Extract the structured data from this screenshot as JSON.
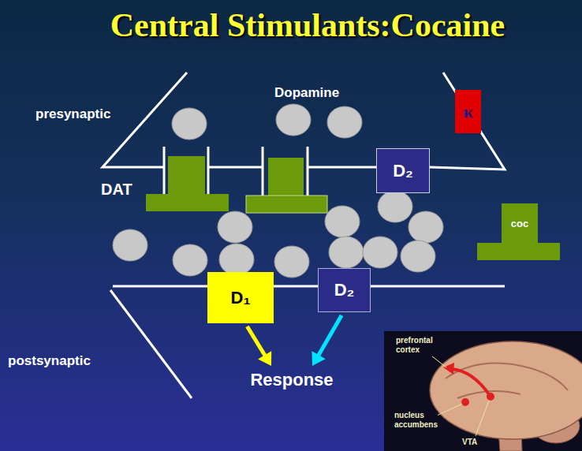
{
  "diagram": {
    "title": "Central Stimulants:Cocaine",
    "nodes": [
      {
        "text": [
          "κ"
        ]
      },
      {
        "text": [
          "D₂"
        ]
      },
      {
        "text": [
          "coc"
        ]
      },
      {
        "text": [
          "D₁"
        ]
      },
      {
        "text": [
          "D₂"
        ]
      },
      {
        "text": [
          "Response"
        ]
      }
    ],
    "edges": [
      {
        "from": 3,
        "to": 5,
        "arrow": "to"
      },
      {
        "from": 4,
        "to": 5,
        "arrow": "to"
      }
    ],
    "labels": [
      "presynaptic",
      "Dopamine",
      "DAT",
      "postsynaptic",
      "prefrontal cortex",
      "nucleus accumbens",
      "VTA"
    ]
  }
}
